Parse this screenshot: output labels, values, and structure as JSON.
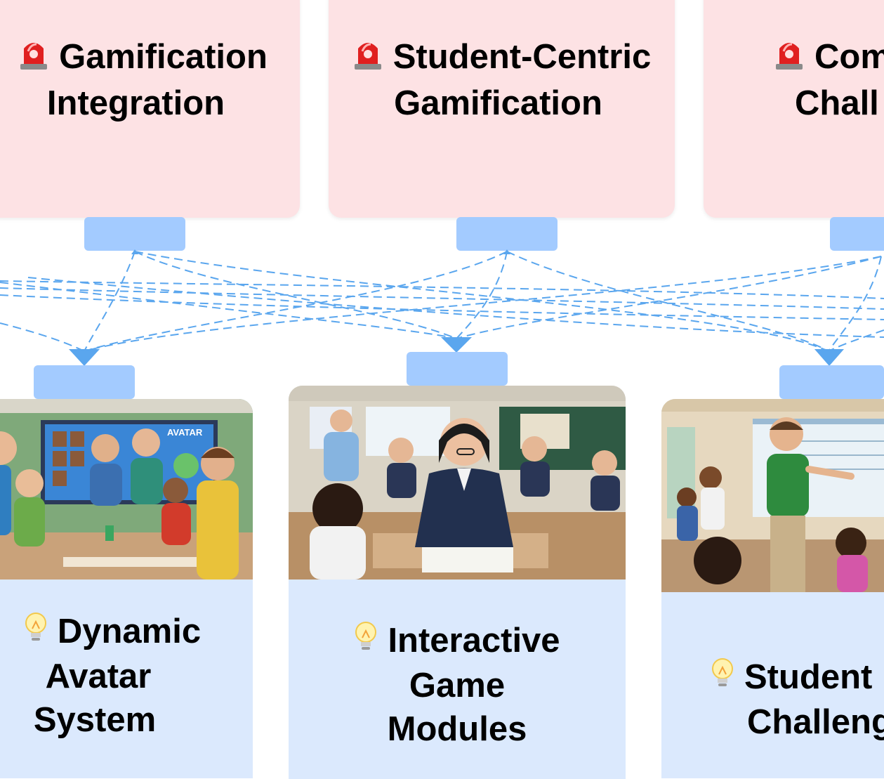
{
  "problems": [
    {
      "title_line1": "Gamification",
      "title_line2": "Integration",
      "icon": "siren-icon"
    },
    {
      "title_line1": "Student-Centric",
      "title_line2": "Gamification",
      "icon": "siren-icon"
    },
    {
      "title_line1": "Com",
      "title_line2": "Chall",
      "icon": "siren-icon"
    }
  ],
  "ideas": [
    {
      "title_lines": [
        "Dynamic",
        "Avatar",
        "System"
      ],
      "icon": "lightbulb-icon",
      "screen_text": "AVATAR"
    },
    {
      "title_lines": [
        "Interactive",
        "Game",
        "Modules"
      ],
      "icon": "lightbulb-icon"
    },
    {
      "title_lines": [
        "Student",
        "Challeng"
      ],
      "icon": "lightbulb-icon"
    }
  ],
  "colors": {
    "problem_bg": "#fde2e4",
    "idea_bg": "#dbe9fd",
    "connector": "#a3cbff",
    "edge": "#5aa6ee"
  }
}
